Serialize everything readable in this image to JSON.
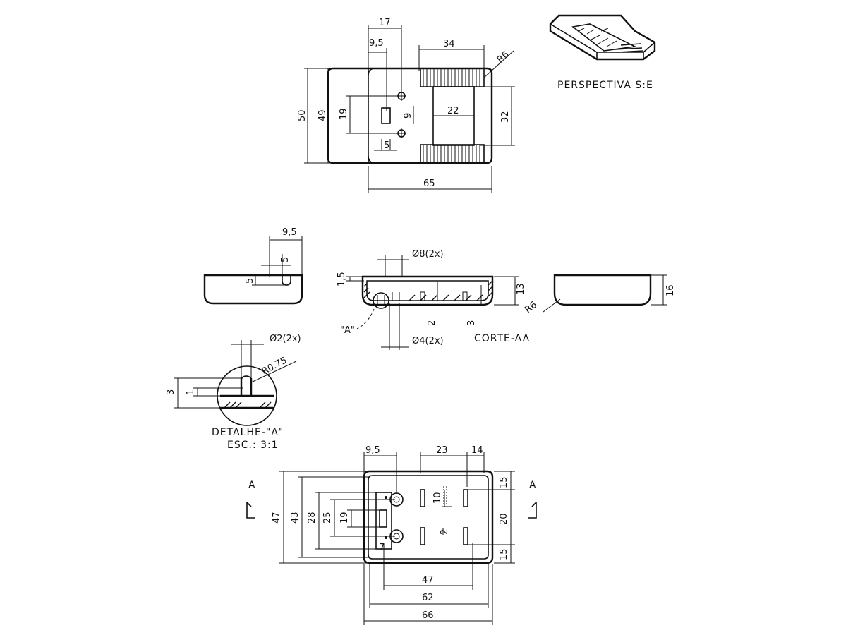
{
  "labels": {
    "perspective": "PERSPECTIVA S:E",
    "section": "CORTE-AA",
    "detail_title": "DETALHE-\"A\"",
    "detail_scale": "ESC.: 3:1",
    "detail_ref": "\"A\"",
    "section_mark_left": "A",
    "section_mark_right": "A"
  },
  "top_view": {
    "d17": "17",
    "d9_5": "9,5",
    "d34": "34",
    "r6": "R6",
    "d50": "50",
    "d49": "49",
    "d19": "19",
    "d9": "9",
    "d22": "22",
    "d32": "32",
    "d5": "5",
    "d65": "65"
  },
  "left_view": {
    "d9_5": "9,5",
    "d5_top": "5",
    "d5_side": "5"
  },
  "section_view": {
    "d8": "Ø8(2x)",
    "d1_5": "1,5",
    "d13": "13",
    "d2": "2",
    "d3": "3",
    "d4": "Ø4(2x)"
  },
  "right_view": {
    "r6": "R6",
    "d16": "16"
  },
  "detail": {
    "d2": "Ø2(2x)",
    "r075": "R0.75",
    "d3": "3",
    "d1": "1"
  },
  "bottom_view": {
    "d9_5": "9,5",
    "d23": "23",
    "d14": "14",
    "d47_v": "47",
    "d43": "43",
    "d28": "28",
    "d25": "25",
    "d19": "19",
    "d10": "10",
    "d2": "2",
    "d7": "7",
    "d15_top": "15",
    "d20": "20",
    "d15_bot": "15",
    "d47_h": "47",
    "d62": "62",
    "d66": "66"
  }
}
